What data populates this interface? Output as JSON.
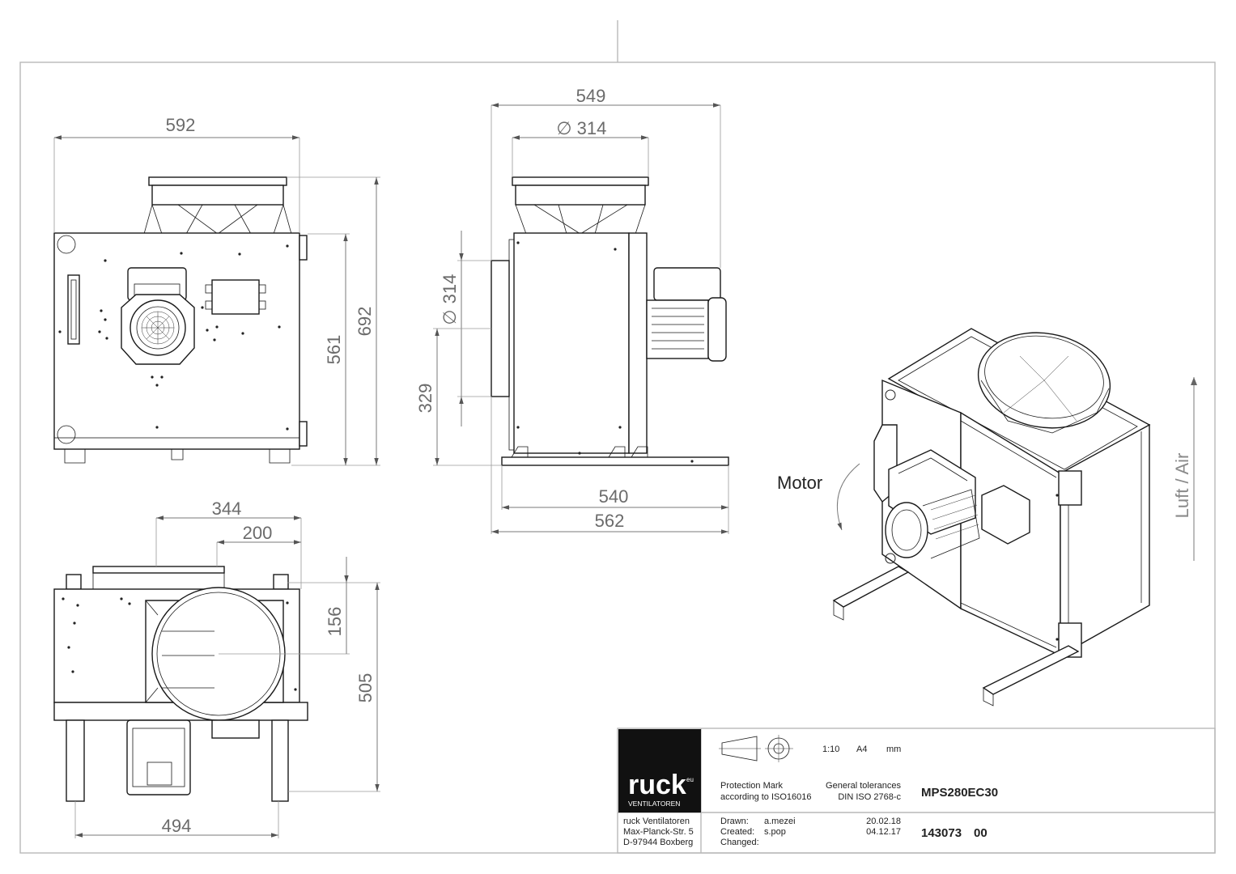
{
  "dimensions": {
    "front_width": "592",
    "front_height_total": "692",
    "front_height_body": "561",
    "side_width_top": "549",
    "side_inlet_dia": "314",
    "side_outlet_dia": "314",
    "side_outlet_height": "329",
    "side_base_inner": "540",
    "side_base_outer": "562",
    "bottom_width_344": "344",
    "bottom_width_200": "200",
    "bottom_height_156": "156",
    "bottom_height_505": "505",
    "bottom_width_494": "494"
  },
  "labels": {
    "motor": "Motor",
    "air": "Luft / Air",
    "diameter_symbol": "∅"
  },
  "title_block": {
    "logo_main": "ruck",
    "logo_sup": "eu",
    "logo_sub": "VENTILATOREN",
    "scale": "1:10",
    "paper": "A4",
    "units": "mm",
    "protection_mark_1": "Protection Mark",
    "protection_mark_2": "according to ISO16016",
    "tolerances_1": "General tolerances",
    "tolerances_2": "DIN ISO 2768-c",
    "product": "MPS280EC30",
    "company_1": "ruck Ventilatoren",
    "company_2": "Max-Planck-Str. 5",
    "company_3": "D-97944 Boxberg",
    "drawn_label": "Drawn:",
    "drawn_by": "a.mezei",
    "drawn_date": "20.02.18",
    "created_label": "Created:",
    "created_by": "s.pop",
    "created_date": "04.12.17",
    "changed_label": "Changed:",
    "doc_number": "143073",
    "doc_rev": "00"
  },
  "colors": {
    "line": "#1a1a1a",
    "dimension": "#6b6b6b",
    "frame": "#b8b8b8",
    "logo_bg": "#111111"
  }
}
